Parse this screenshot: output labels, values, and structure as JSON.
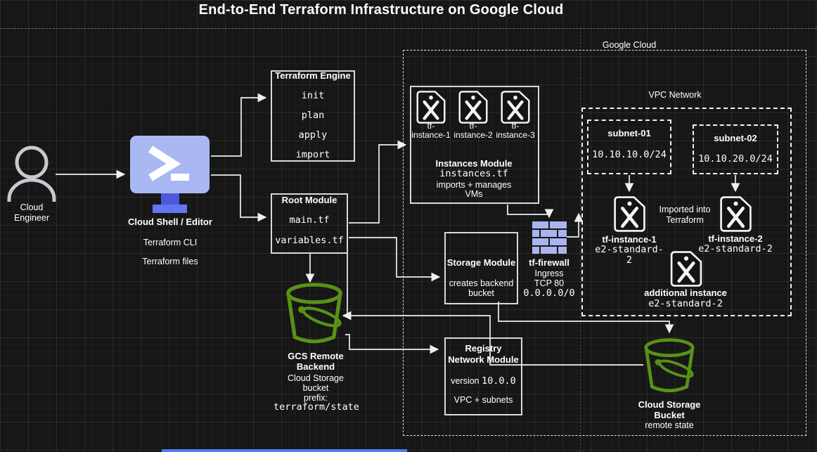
{
  "title": "End-to-End Terraform Infrastructure on Google Cloud",
  "colors": {
    "background": "#161616",
    "line": "#f0f0f0",
    "monitor_screen_blue": "#a9b8f3",
    "monitor_stand_blue": "#4c59dd",
    "monitor_base_blue": "#6375f0",
    "firewall_brick": "#aab4ee",
    "bucket_green": "#5a9116",
    "bottom_strip_blue": "#4b7cf0"
  },
  "actor": {
    "line1": "Cloud",
    "line2": "Engineer"
  },
  "shell": {
    "title": "Cloud Shell / Editor",
    "line1": "Terraform CLI",
    "line2": "Terraform files"
  },
  "engine": {
    "title": "Terraform Engine",
    "items": [
      "init",
      "plan",
      "apply",
      "import"
    ]
  },
  "root": {
    "title": "Root Module",
    "items": [
      "main.tf",
      "variables.tf"
    ]
  },
  "gcloud": {
    "label": "Google Cloud"
  },
  "instances_module": {
    "icon_labels": [
      {
        "line1": "tf-",
        "line2": "instance-1"
      },
      {
        "line1": "tf-",
        "line2": "instance-2"
      },
      {
        "line1": "tf-",
        "line2": "instance-3"
      }
    ],
    "title": "Instances Module",
    "file": "instances.tf",
    "desc1": "imports + manages",
    "desc2": "VMs"
  },
  "storage_module": {
    "title": "Storage Module",
    "desc1": "creates backend",
    "desc2": "bucket"
  },
  "firewall": {
    "title": "tf-firewall",
    "line1": "Ingress",
    "line2": "TCP 80",
    "cidr": "0.0.0.0/0"
  },
  "vpc": {
    "label": "VPC Network",
    "subnets": [
      {
        "name": "subnet-01",
        "cidr": "10.10.10.0/24"
      },
      {
        "name": "subnet-02",
        "cidr": "10.10.20.0/24"
      }
    ],
    "note1": "Imported into",
    "note2": "Terraform",
    "instances": [
      {
        "name": "tf-instance-1",
        "type1": "e2-standard-",
        "type2": "2"
      },
      {
        "name": "tf-instance-2",
        "type": "e2-standard-2"
      },
      {
        "name": "additional instance",
        "type": "e2-standard-2"
      }
    ]
  },
  "registry_module": {
    "title1": "Registry",
    "title2": "Network Module",
    "version_label": "version",
    "version_value": "10.0.0",
    "desc": "VPC + subnets"
  },
  "gcs_backend": {
    "line1": "GCS Remote",
    "line2": "Backend",
    "line3": "Cloud Storage",
    "line4": "bucket",
    "line5": "prefix:",
    "line6": "terraform/state"
  },
  "state_bucket": {
    "line1": "Cloud Storage",
    "line2": "Bucket",
    "line3": "remote state"
  }
}
